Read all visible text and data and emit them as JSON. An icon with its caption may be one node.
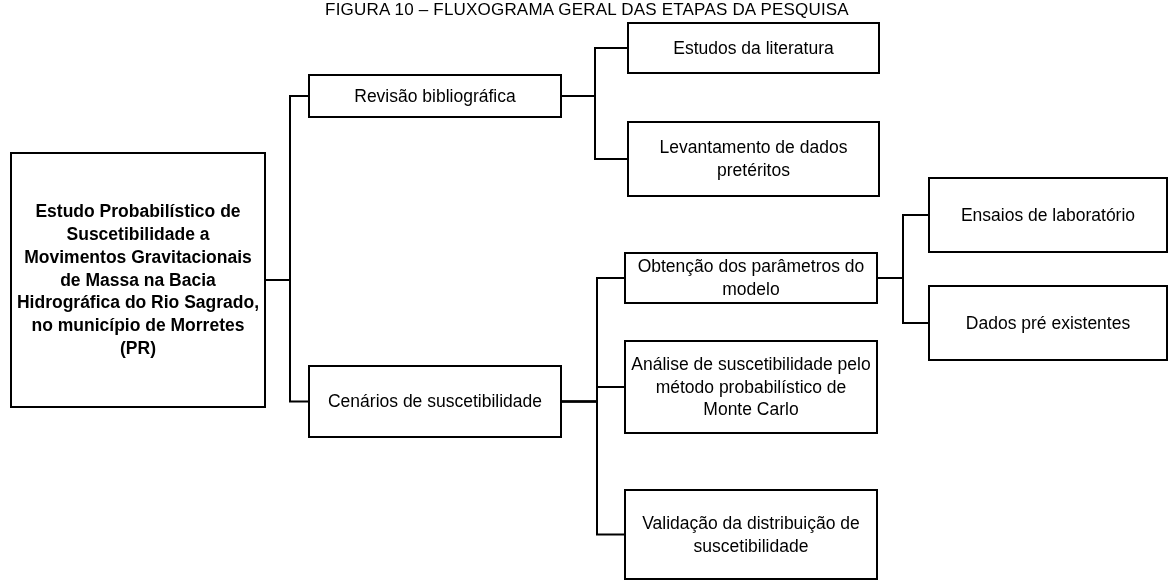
{
  "diagram": {
    "title": "FIGURA 10 – FLUXOGRAMA GERAL DAS ETAPAS DA PESQUISA",
    "nodes": [
      {
        "text": [
          "Estudo Probabilístico de Suscetibilidade a Movimentos Gravitacionais de Massa na Bacia Hidrográfica do Rio Sagrado, no município de Morretes (PR)"
        ]
      },
      {
        "text": [
          "Revisão bibliográfica"
        ]
      },
      {
        "text": [
          "Estudos da literatura"
        ]
      },
      {
        "text": [
          "Levantamento de dados pretéritos"
        ]
      },
      {
        "text": [
          "Cenários de suscetibilidade"
        ]
      },
      {
        "text": [
          "Obtenção dos parâmetros do modelo"
        ]
      },
      {
        "text": [
          "Análise de suscetibilidade pelo método probabilístico de Monte Carlo"
        ]
      },
      {
        "text": [
          "Validação da distribuição de suscetibilidade"
        ]
      },
      {
        "text": [
          "Ensaios de laboratório"
        ]
      },
      {
        "text": [
          "Dados pré existentes"
        ]
      }
    ],
    "edges": [
      {
        "from": 0,
        "to": 1,
        "arrow": "none"
      },
      {
        "from": 0,
        "to": 4,
        "arrow": "none"
      },
      {
        "from": 1,
        "to": 2,
        "arrow": "none"
      },
      {
        "from": 1,
        "to": 3,
        "arrow": "none"
      },
      {
        "from": 4,
        "to": 5,
        "arrow": "none"
      },
      {
        "from": 4,
        "to": 6,
        "arrow": "none"
      },
      {
        "from": 4,
        "to": 7,
        "arrow": "none"
      },
      {
        "from": 5,
        "to": 8,
        "arrow": "none"
      },
      {
        "from": 5,
        "to": 9,
        "arrow": "none"
      }
    ]
  }
}
